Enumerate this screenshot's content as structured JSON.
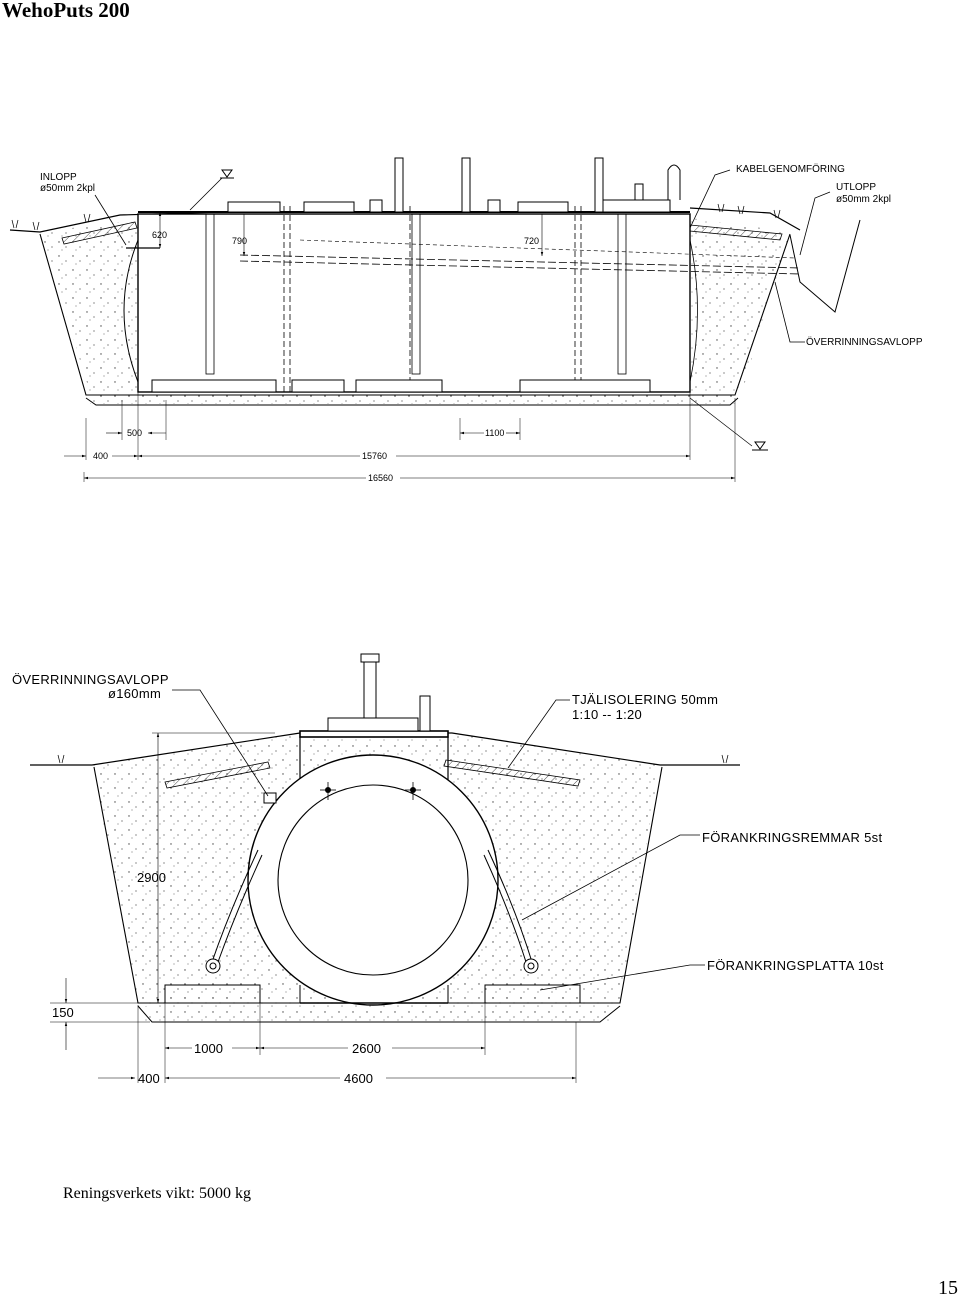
{
  "header": {
    "title": "WehoPuts 200"
  },
  "drawing1": {
    "labels": {
      "inlopp_1": "INLOPP",
      "inlopp_2": "ø50mm  2kpl",
      "kabel": "KABELGENOMFÖRING",
      "utlopp_1": "UTLOPP",
      "utlopp_2": "ø50mm  2kpl",
      "overrinning": "ÖVERRINNINGSAVLOPP"
    },
    "dims": {
      "d620": "620",
      "d790": "790",
      "d720": "720",
      "d500": "500",
      "d1100": "1100",
      "d400": "400",
      "d15760": "15760",
      "d16560": "16560"
    }
  },
  "drawing2": {
    "labels": {
      "overrinning_1": "ÖVERRINNINGSAVLOPP",
      "overrinning_2": "ø160mm",
      "tjal_1": "TJÄLISOLERING 50mm",
      "tjal_2": "1:10  --  1:20",
      "remmar": "FÖRANKRINGSREMMAR 5st",
      "platta": "FÖRANKRINGSPLATTA 10st"
    },
    "dims": {
      "d2900": "2900",
      "d150": "150",
      "d1000": "1000",
      "d2600": "2600",
      "d400": "400",
      "d4600": "4600"
    }
  },
  "footer": {
    "caption": "Reningsverkets vikt: 5000 kg",
    "page_number": "15"
  }
}
